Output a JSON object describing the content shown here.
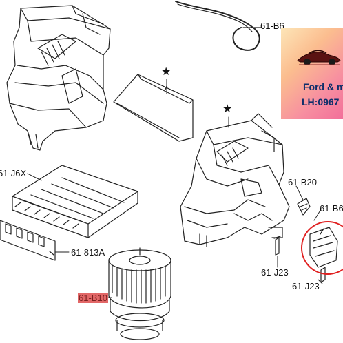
{
  "labels": {
    "top_right": "61-B6",
    "filter_left": "61-J6X",
    "resistor": "61-B20",
    "actuator": "61-B6",
    "bracket": "61-813A",
    "screw_center": "61-J23",
    "screw_right": "61-J23",
    "blower_motor": "61-B10"
  },
  "stars": [
    "★",
    "★"
  ],
  "ad": {
    "line1": "Ford & m",
    "line2": "LH:0967",
    "logo": "sports-car-logo",
    "colors": {
      "text": "#0e2f6b",
      "gradient_start": "#fde6b8",
      "gradient_end": "#f26f9a"
    }
  },
  "highlight": {
    "target": "blower_motor",
    "marker_color": "#e26767",
    "circle_color": "#e02020"
  }
}
